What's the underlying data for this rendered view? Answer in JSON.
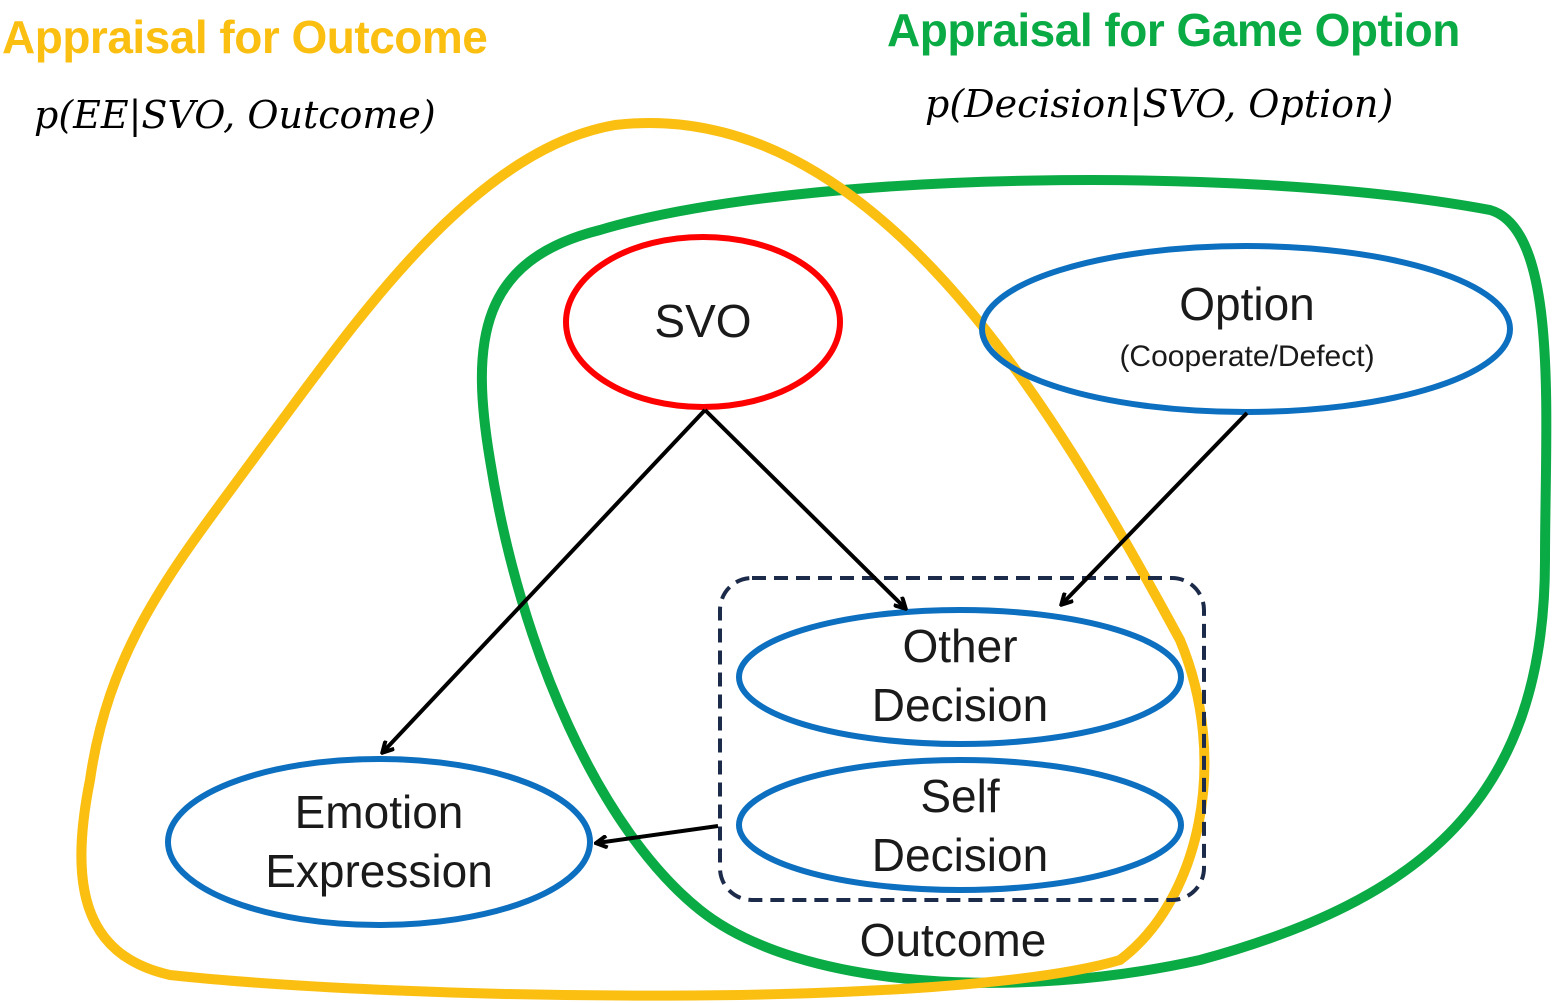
{
  "titles": {
    "outcome_appraisal": "Appraisal for Outcome",
    "game_option_appraisal": "Appraisal for Game Option"
  },
  "formulas": {
    "outcome": "p(EE|SVO, Outcome)",
    "game_option": "p(Decision|SVO, Option)"
  },
  "nodes": {
    "svo": "SVO",
    "option": "Option",
    "option_sub": "(Cooperate/Defect)",
    "other_decision_1": "Other",
    "other_decision_2": "Decision",
    "self_decision_1": "Self",
    "self_decision_2": "Decision",
    "emotion_1": "Emotion",
    "emotion_2": "Expression"
  },
  "group_label": "Outcome",
  "colors": {
    "outcome_region": "#fbbf12",
    "game_option_region": "#0aab45",
    "svo_node": "#ff0000",
    "node": "#0d6fbf",
    "outcome_box": "#1c2b4a",
    "arrow": "#000000"
  }
}
